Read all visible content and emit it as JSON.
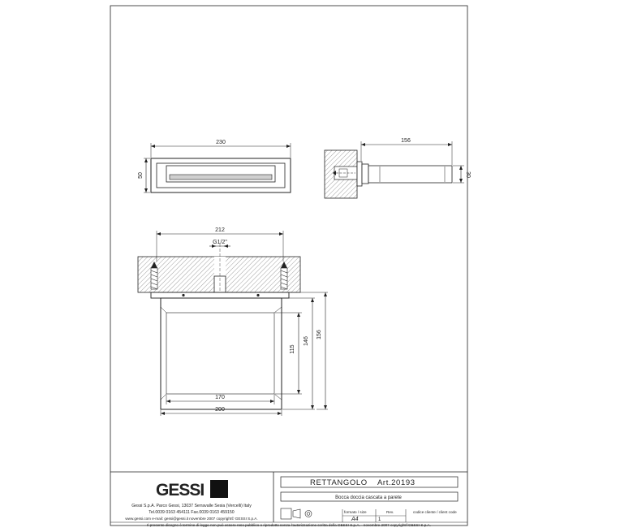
{
  "drawing": {
    "top_view": {
      "width_label": "230",
      "height_label": "50"
    },
    "side_view": {
      "length_label": "156",
      "diameter_label": "30"
    },
    "front_view": {
      "mount_width_label": "212",
      "thread_label": "G1/2\"",
      "inner_width_label": "170",
      "outer_width_label": "200",
      "height_115_label": "115",
      "height_146_label": "146",
      "height_156_label": "156"
    }
  },
  "title_block": {
    "logo_text": "GESSI",
    "company_lines": [
      "Gessi S.p.A. Parco Gessi, 13037 Serravalle Sesia (Vercelli) Italy",
      "Tel.0039 0163 454111 Fax.0039 0163 459150",
      "www.gessi.com e-mail: gessi@gessi.it novembre 2007 copyright© GESSI S.p.A."
    ],
    "product_name": "RETTANGOLO",
    "article": "Art.20193",
    "description": "Bocca doccia cascata a parete",
    "format_header": "formato / size",
    "format_value": "A4",
    "rev_header": "Rev.",
    "rev_value": "1",
    "client_code_header": "codice cliente / client code",
    "footer_note": "Il presente disegno è termine di legge non può essere reso pubblico o riprodotto senza l'autorizzazione scritta della GESSI S.p.A. - novembre 2007 copyright©GESSI S.p.A."
  }
}
